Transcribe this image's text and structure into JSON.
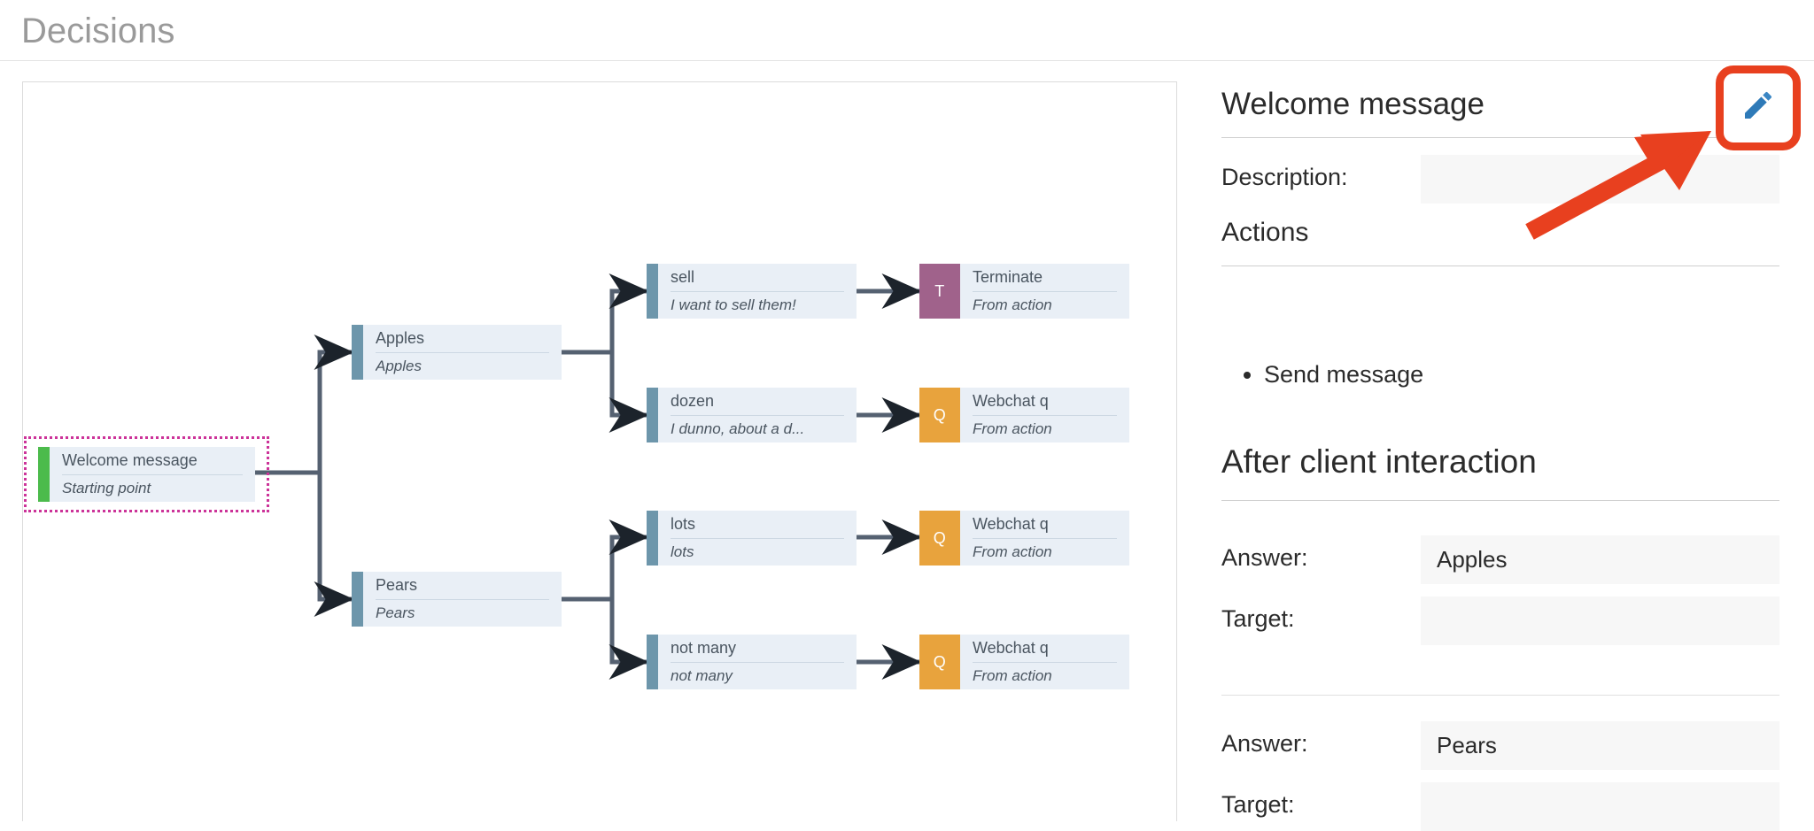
{
  "page": {
    "title": "Decisions"
  },
  "diagram": {
    "nodes": [
      {
        "id": "welcome",
        "title": "Welcome message",
        "subtitle": "Starting point",
        "bar": "green",
        "badge": null,
        "badge_color": null
      },
      {
        "id": "apples",
        "title": "Apples",
        "subtitle": "Apples",
        "bar": "blue",
        "badge": null,
        "badge_color": null
      },
      {
        "id": "pears",
        "title": "Pears",
        "subtitle": "Pears",
        "bar": "blue",
        "badge": null,
        "badge_color": null
      },
      {
        "id": "sell",
        "title": "sell",
        "subtitle": "I want to sell them!",
        "bar": "blue",
        "badge": null,
        "badge_color": null
      },
      {
        "id": "dozen",
        "title": "dozen",
        "subtitle": "I dunno, about a d...",
        "bar": "blue",
        "badge": null,
        "badge_color": null
      },
      {
        "id": "lots",
        "title": "lots",
        "subtitle": "lots",
        "bar": "blue",
        "badge": null,
        "badge_color": null
      },
      {
        "id": "notmany",
        "title": "not many",
        "subtitle": "not many",
        "bar": "blue",
        "badge": null,
        "badge_color": null
      },
      {
        "id": "terminate",
        "title": "Terminate",
        "subtitle": "From action",
        "bar": null,
        "badge": "T",
        "badge_color": "#a0628b"
      },
      {
        "id": "webchat1",
        "title": "Webchat q",
        "subtitle": "From action",
        "bar": null,
        "badge": "Q",
        "badge_color": "#e8a33d"
      },
      {
        "id": "webchat2",
        "title": "Webchat q",
        "subtitle": "From action",
        "bar": null,
        "badge": "Q",
        "badge_color": "#e8a33d"
      },
      {
        "id": "webchat3",
        "title": "Webchat q",
        "subtitle": "From action",
        "bar": null,
        "badge": "Q",
        "badge_color": "#e8a33d"
      }
    ],
    "selected_node": "welcome",
    "colors": {
      "node_background": "#e9eff6",
      "bar_blue": "#6d96ab",
      "bar_green": "#4cbb4c",
      "badge_purple": "#a0628b",
      "badge_orange": "#e8a33d",
      "edge": "#556171",
      "selection": "#cc3399"
    }
  },
  "details": {
    "title": "Welcome message",
    "edit_icon": "pencil-icon",
    "description_label": "Description:",
    "description_value": "",
    "actions_heading": "Actions",
    "actions": [
      "Send message"
    ],
    "after_interaction_heading": "After client interaction",
    "answers": [
      {
        "answer_label": "Answer:",
        "answer_value": "Apples",
        "target_label": "Target:",
        "target_value": ""
      },
      {
        "answer_label": "Answer:",
        "answer_value": "Pears",
        "target_label": "Target:",
        "target_value": ""
      }
    ]
  },
  "annotation": {
    "highlight_color": "#e8401f",
    "arrow_color": "#e8401f"
  }
}
